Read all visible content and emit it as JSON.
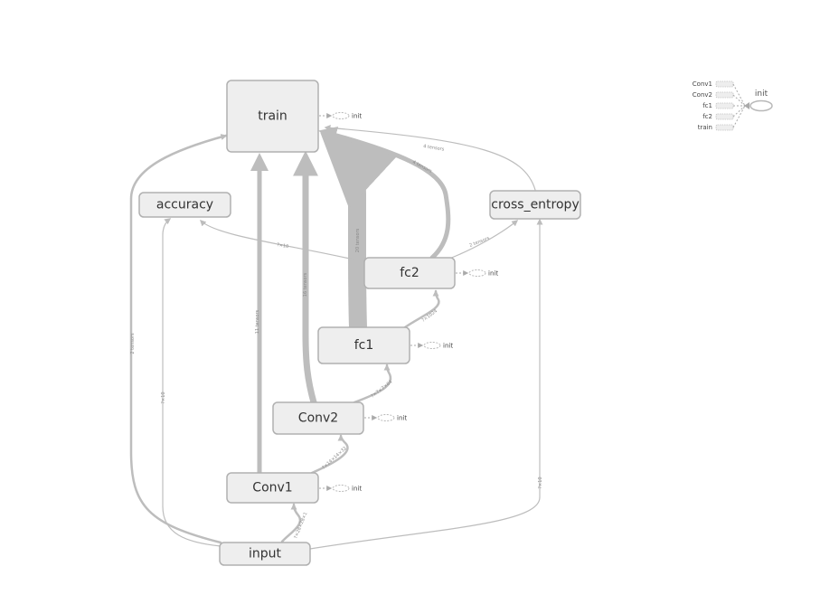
{
  "graph": {
    "nodes": [
      {
        "id": "train",
        "label": "train"
      },
      {
        "id": "accuracy",
        "label": "accuracy"
      },
      {
        "id": "cross_entropy",
        "label": "cross_entropy"
      },
      {
        "id": "fc2",
        "label": "fc2"
      },
      {
        "id": "fc1",
        "label": "fc1"
      },
      {
        "id": "conv2",
        "label": "Conv2"
      },
      {
        "id": "conv1",
        "label": "Conv1"
      },
      {
        "id": "input",
        "label": "input"
      }
    ],
    "aux_label": "init",
    "edge_labels": {
      "input_train": "2 tensors",
      "input_accuracy": "?×10",
      "input_cross_entropy": "?×10",
      "input_conv1": "?×28×28×1",
      "conv1_train": "11 tensors",
      "conv1_conv2": "?×14×14×32",
      "conv2_train": "16 tensors",
      "conv2_fc1": "?×7×7×64",
      "fc1_train": "20 tensors",
      "fc1_fc2": "?×1024",
      "fc2_train": "4 tensors",
      "fc2_accuracy": "?×10",
      "fc2_cross_entropy": "2 tensors",
      "cross_entropy_train": "4 tensors"
    }
  },
  "init_panel": {
    "title": "init",
    "items": [
      "Conv1",
      "Conv2",
      "fc1",
      "fc2",
      "train"
    ]
  }
}
